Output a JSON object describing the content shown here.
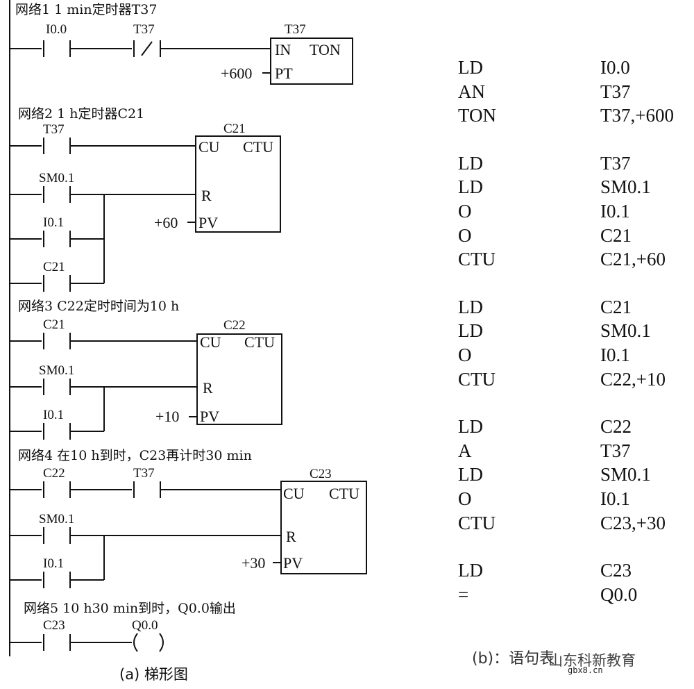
{
  "ladder": {
    "networks": [
      {
        "header": "网络1  1 min定时器T37",
        "contacts": [
          "I0.0",
          "T37"
        ],
        "box": {
          "name": "T37",
          "type": "TON",
          "in": "IN",
          "preset_label": "PT",
          "preset": "+600"
        }
      },
      {
        "header": "网络2  1 h定时器C21",
        "contacts": [
          "T37",
          "SM0.1",
          "I0.1",
          "C21"
        ],
        "box": {
          "name": "C21",
          "type": "CTU",
          "in": "CU",
          "reset": "R",
          "preset_label": "PV",
          "preset": "+60"
        }
      },
      {
        "header": "网络3  C22定时时间为10 h",
        "contacts": [
          "C21",
          "SM0.1",
          "I0.1"
        ],
        "box": {
          "name": "C22",
          "type": "CTU",
          "in": "CU",
          "reset": "R",
          "preset_label": "PV",
          "preset": "+10"
        }
      },
      {
        "header": "网络4  在10 h到时，C23再计时30 min",
        "contacts": [
          "C22",
          "T37",
          "SM0.1",
          "I0.1"
        ],
        "box": {
          "name": "C23",
          "type": "CTU",
          "in": "CU",
          "reset": "R",
          "preset_label": "PV",
          "preset": "+30"
        }
      },
      {
        "header": "网络5  10 h30 min到时，Q0.0输出",
        "contacts": [
          "C23"
        ],
        "coil": "Q0.0"
      }
    ],
    "caption": "(a)  梯形图"
  },
  "statement_list": {
    "groups": [
      [
        [
          "LD",
          "I0.0"
        ],
        [
          "AN",
          "T37"
        ],
        [
          "TON",
          "T37,+600"
        ]
      ],
      [
        [
          "LD",
          "T37"
        ],
        [
          "LD",
          "SM0.1"
        ],
        [
          "O",
          "I0.1"
        ],
        [
          "O",
          "C21"
        ],
        [
          "CTU",
          "C21,+60"
        ]
      ],
      [
        [
          "LD",
          "C21"
        ],
        [
          "LD",
          "SM0.1"
        ],
        [
          "O",
          "I0.1"
        ],
        [
          "CTU",
          "C22,+10"
        ]
      ],
      [
        [
          "LD",
          "C22"
        ],
        [
          "A",
          "T37"
        ],
        [
          "LD",
          "SM0.1"
        ],
        [
          "O",
          "I0.1"
        ],
        [
          "CTU",
          "C23,+30"
        ]
      ],
      [
        [
          "LD",
          "C23"
        ],
        [
          "=",
          "Q0.0"
        ]
      ]
    ],
    "caption": "(b)：语句表"
  },
  "watermark": {
    "text": "山东科新教育",
    "url": "gbx8.cn"
  }
}
